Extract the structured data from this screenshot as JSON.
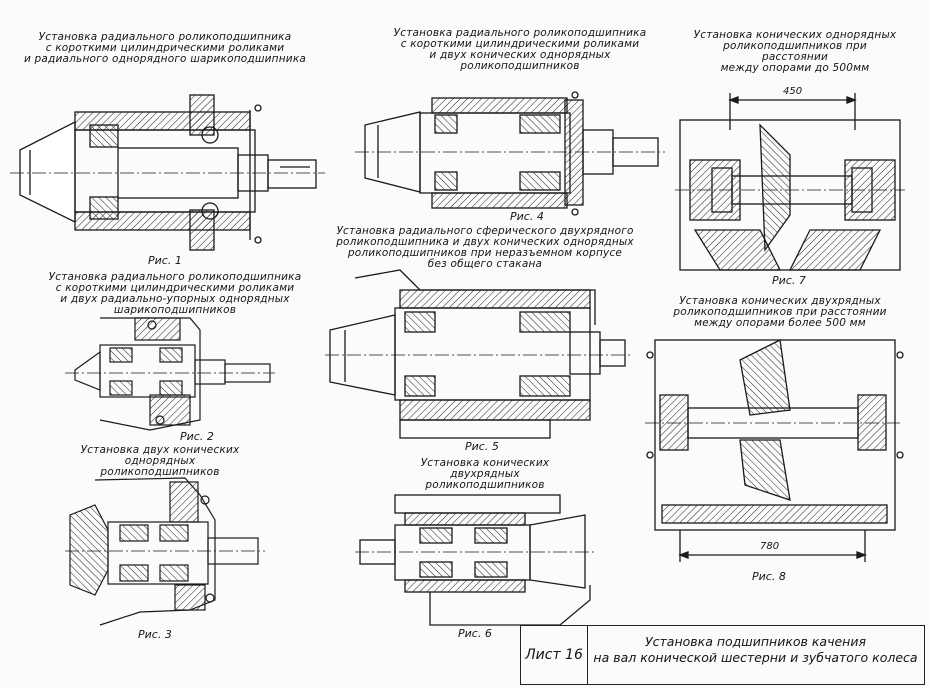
{
  "captions": {
    "c1": [
      "Установка радиального роликоподшипника",
      "с короткими цилиндрическими роликами",
      "и радиального однорядного шарикоподшипника"
    ],
    "c2": [
      "Установка радиального роликоподшипника",
      "с короткими цилиндрическими роликами",
      "и двух радиально-упорных однорядных шарикоподшипников"
    ],
    "c3": [
      "Установка двух конических",
      "однорядных роликоподшипников"
    ],
    "c4": [
      "Установка радиального роликоподшипника",
      "с короткими цилиндрическими роликами",
      "и двух конических однорядных роликоподшипников"
    ],
    "c5": [
      "Установка радиального сферического двухрядного",
      "роликоподшипника и двух конических однорядных",
      "роликоподшипников при неразъемном корпусе",
      "без общего стакана"
    ],
    "c6": [
      "Установка конических",
      "двухрядных роликоподшипников"
    ],
    "c7": [
      "Установка конических однорядных",
      "роликоподшипников при расстоянии",
      "между опорами до 500мм"
    ],
    "c8": [
      "Установка конических двухрядных",
      "роликоподшипников при расстоянии",
      "между опорами более 500 мм"
    ]
  },
  "figures": {
    "f1": "Рис. 1",
    "f2": "Рис. 2",
    "f3": "Рис. 3",
    "f4": "Рис. 4",
    "f5": "Рис. 5",
    "f6": "Рис. 6",
    "f7": "Рис. 7",
    "f8": "Рис. 8"
  },
  "dimensions": {
    "d450": "450",
    "d780": "780"
  },
  "title_block": {
    "sheet": "Лист 16",
    "title": [
      "Установка подшипников качения",
      "на вал конической шестерни и зубчатого колеса"
    ]
  }
}
